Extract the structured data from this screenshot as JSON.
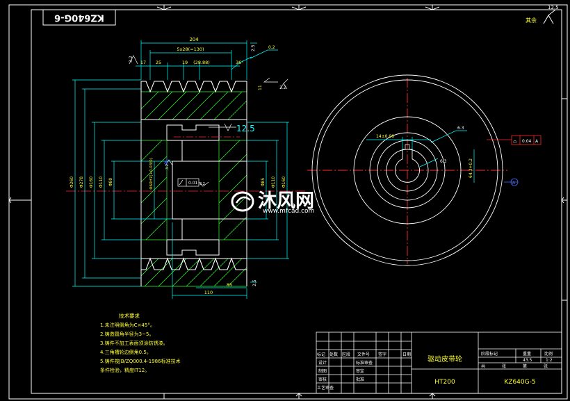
{
  "title_stamp": "KZ640G-6",
  "corner_note": "其余",
  "corner_roughness": "12.5",
  "section_view": {
    "overall_width": "204",
    "groove_span": "5x28(=130)",
    "pitch_values": [
      "17",
      "25",
      "19",
      "(28.88)"
    ],
    "groove_angle": "36°",
    "chamfer_top": "2.5",
    "chamfer_bottom": "2.5",
    "roughness_mid": "12.5",
    "roughness_small": "3.2",
    "runout_top": "0.2",
    "bottom_dims": [
      "110",
      "85"
    ],
    "diameters_left": [
      "Φ260",
      "Φ278",
      "Φ160",
      "Φ110",
      "Φ80"
    ],
    "diameters_right": [
      "Φ85",
      "Φ110",
      "Φ160"
    ],
    "bore": "Φ60H7(+0.03/0)",
    "ref_tolerance": "0.01",
    "datum": "A",
    "depth_dim": "11",
    "small_r": "6.3"
  },
  "end_view": {
    "keyway_dim": "14±0.06",
    "depth_dim": "64.3+0.2",
    "roughness_a": "6.3",
    "roughness_b": "6.3",
    "fcf_symbol": "⌓",
    "fcf_value": "0.04",
    "fcf_datum": "A",
    "datum": "A"
  },
  "notes": {
    "heading": "技术要求",
    "items": [
      "1.未注明倒角为C×45°。",
      "2.铸造圆角半径为3~5。",
      "3.铸件不加工表面须涂防锈漆。",
      "4.三角槽轮边倒角0.5。",
      "5.铸件按JB/ZQ000.4-1986标准技术",
      "条件检验，精度IT12。"
    ]
  },
  "title_block": {
    "revision_headers": [
      "标记",
      "处数",
      "区段",
      "文件号",
      "签字",
      "日期"
    ],
    "role_labels": [
      "设计",
      "制图",
      "审核",
      "工艺审查"
    ],
    "approval_labels": [
      "标准审查",
      "审定",
      "批准"
    ],
    "part_name": "驱动皮带轮",
    "material": "HT200",
    "stage_labels": [
      "阶段标记",
      "重量",
      "比例"
    ],
    "weight": "43.5",
    "scale": "1:2",
    "sheet_labels": [
      "共",
      "张",
      "第",
      "张"
    ],
    "drawing_number": "KZ640G-5"
  },
  "watermark": {
    "brand": "沐风网",
    "site": "www.mfcad.com"
  },
  "colors": {
    "background": "#000000",
    "outline": "#ffffff",
    "dimension": "#00ffff",
    "hatch": "#33ff33",
    "centerline": "#ff2a2a",
    "text": "#ffff33",
    "datum": "#4a6cff"
  }
}
